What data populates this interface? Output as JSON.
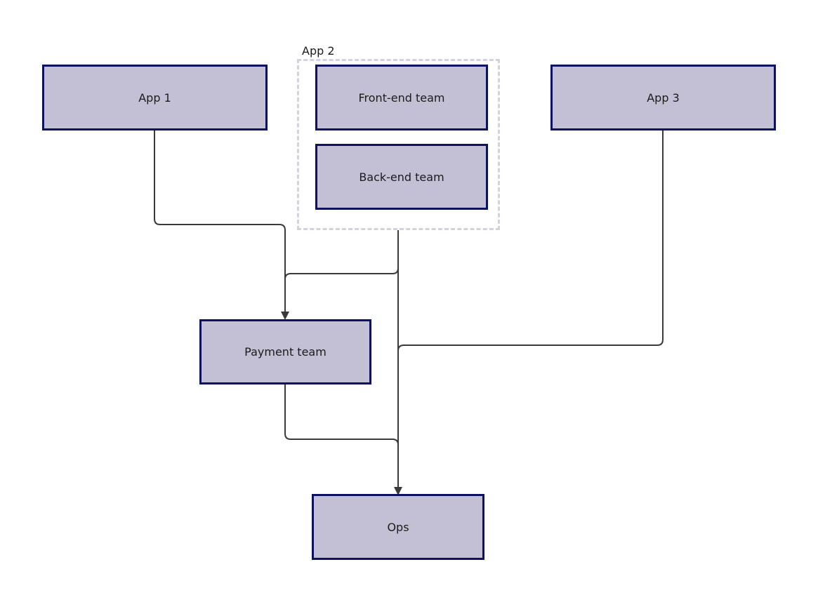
{
  "diagram": {
    "nodes": {
      "app1": {
        "label": "App 1"
      },
      "front_end": {
        "label": "Front-end team"
      },
      "back_end": {
        "label": "Back-end team"
      },
      "app3": {
        "label": "App 3"
      },
      "payment": {
        "label": "Payment team"
      },
      "ops": {
        "label": "Ops"
      }
    },
    "groups": {
      "app2": {
        "label": "App 2"
      }
    },
    "edges": [
      {
        "from": "App 1",
        "to": "Payment team"
      },
      {
        "from": "App 2",
        "to": "Payment team"
      },
      {
        "from": "App 2",
        "to": "Ops"
      },
      {
        "from": "App 3",
        "to": "Ops"
      },
      {
        "from": "Payment team",
        "to": "Ops"
      }
    ],
    "colors": {
      "node_fill": "#c3c0d6",
      "node_border": "#0d1260",
      "group_border": "#d3d2e0",
      "edge": "#3a3a3a"
    }
  }
}
